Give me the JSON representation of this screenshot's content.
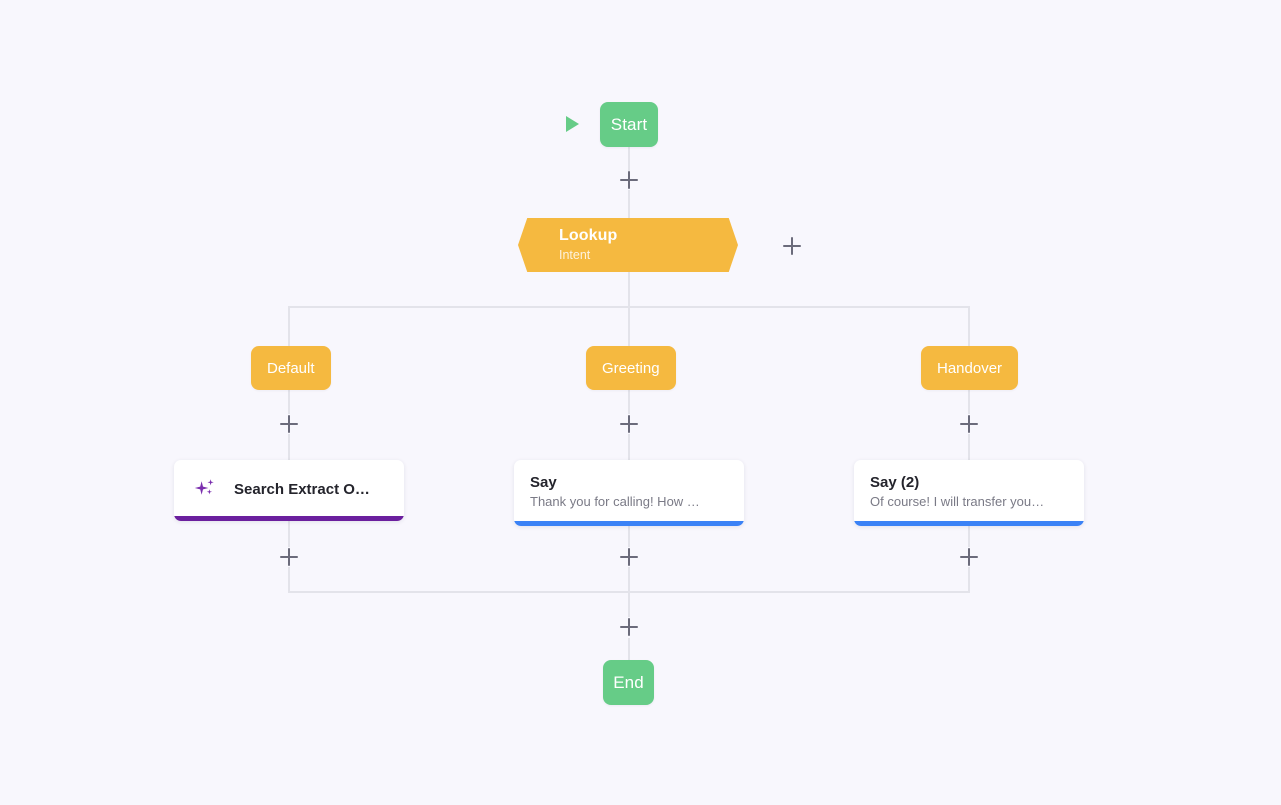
{
  "canvas": {
    "background": "#f8f7fd",
    "edge_color": "#e3e3ea"
  },
  "colors": {
    "terminal_green": "#66cc87",
    "intent_amber": "#f5b940",
    "accent_purple": "#6b1f9e",
    "accent_blue": "#3b82f6",
    "plus_gray": "#6b6b7b"
  },
  "flow": {
    "start_node": {
      "label": "Start",
      "icon": "play-icon"
    },
    "end_node": {
      "label": "End"
    },
    "intent_node": {
      "title": "Lookup",
      "subtitle": "Intent"
    },
    "branches": [
      {
        "chip_label": "Default",
        "card": {
          "title": "Search Extract O…",
          "subtitle": "",
          "accent": "#6b1f9e",
          "icon": "ai-sparkle-icon"
        }
      },
      {
        "chip_label": "Greeting",
        "card": {
          "title": "Say",
          "subtitle": "Thank you for calling! How …",
          "accent": "#3b82f6",
          "icon": ""
        }
      },
      {
        "chip_label": "Handover",
        "card": {
          "title": "Say (2)",
          "subtitle": "Of course! I will transfer you…",
          "accent": "#3b82f6",
          "icon": ""
        }
      }
    ],
    "add_handles": [
      {
        "name": "add-after-start"
      },
      {
        "name": "add-intent-branch"
      },
      {
        "name": "add-after-default-branch"
      },
      {
        "name": "add-after-greeting-branch"
      },
      {
        "name": "add-after-handover-branch"
      },
      {
        "name": "add-after-default-card"
      },
      {
        "name": "add-after-greeting-card"
      },
      {
        "name": "add-after-handover-card"
      },
      {
        "name": "add-before-end"
      }
    ]
  }
}
